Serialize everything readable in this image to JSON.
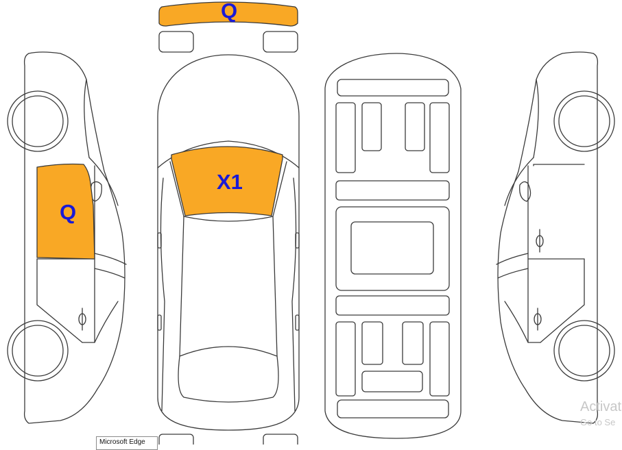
{
  "labels": {
    "top_panel": "Q",
    "windshield": "X1",
    "left_door": "Q"
  },
  "colors": {
    "highlight": "#f9a825",
    "outline": "#3a3a3a",
    "label": "#1a1ad6",
    "background": "#ffffff"
  },
  "watermark": {
    "line1": "Activat",
    "line2": "Go to Se"
  },
  "tooltip": {
    "text": "Microsoft Edge"
  }
}
